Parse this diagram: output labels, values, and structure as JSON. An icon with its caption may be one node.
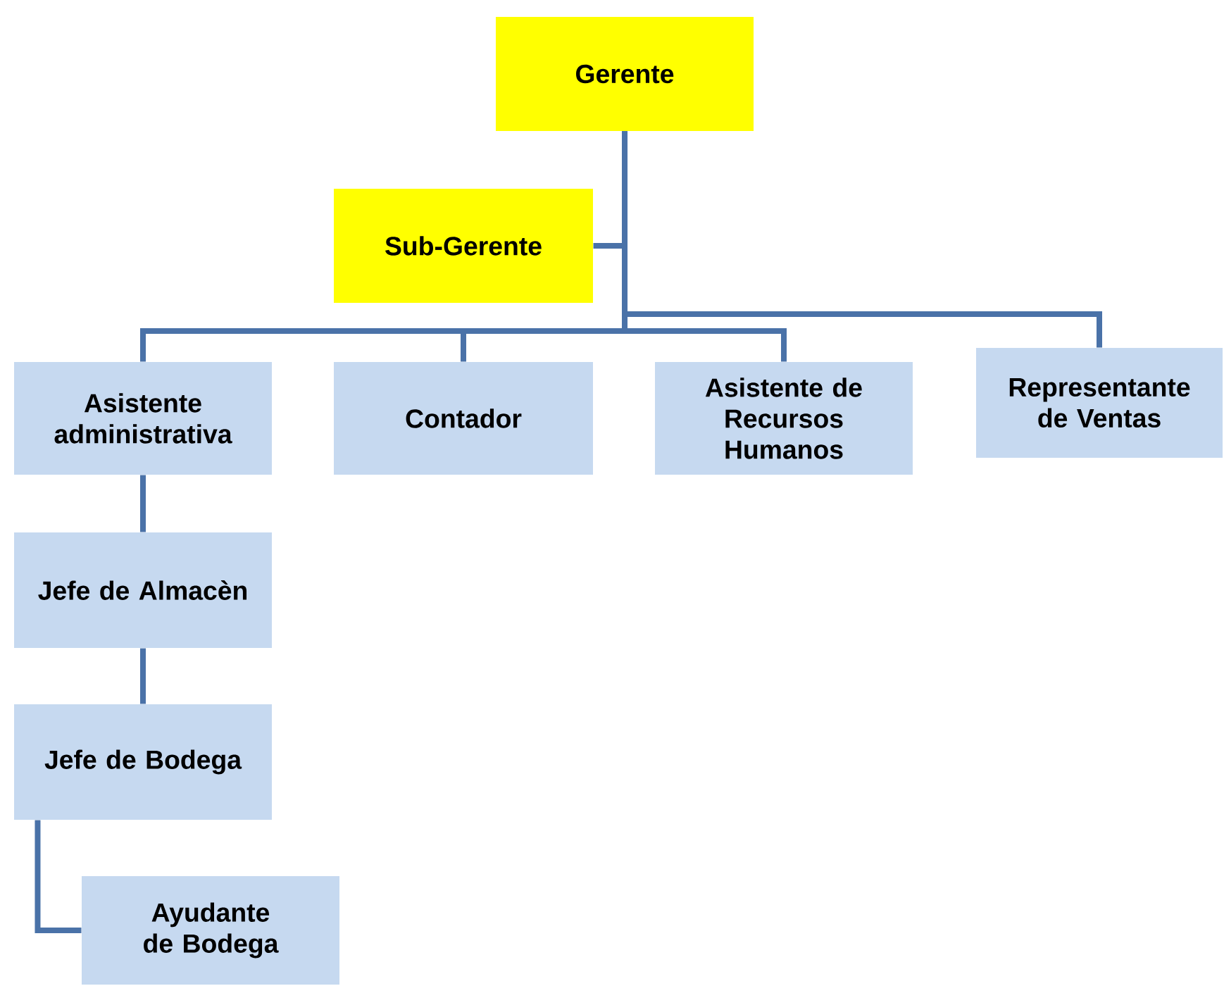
{
  "diagram": {
    "nodes": [
      {
        "text": [
          "Gerente"
        ]
      },
      {
        "text": [
          "Sub-Gerente"
        ]
      },
      {
        "text": [
          "Asistente administrativa"
        ]
      },
      {
        "text": [
          "Contador"
        ]
      },
      {
        "text": [
          "Asistente de Recursos Humanos"
        ]
      },
      {
        "text": [
          "Representante de Ventas"
        ]
      },
      {
        "text": [
          "Jefe de Almacèn"
        ]
      },
      {
        "text": [
          "Jefe de Bodega"
        ]
      },
      {
        "text": [
          "Ayudante de Bodega"
        ]
      }
    ],
    "edges": [
      {
        "from": 0,
        "to": 1,
        "arrow": "none"
      },
      {
        "from": 0,
        "to": 2,
        "arrow": "none"
      },
      {
        "from": 0,
        "to": 3,
        "arrow": "none"
      },
      {
        "from": 0,
        "to": 4,
        "arrow": "none"
      },
      {
        "from": 0,
        "to": 5,
        "arrow": "none"
      },
      {
        "from": 2,
        "to": 6,
        "arrow": "none"
      },
      {
        "from": 6,
        "to": 7,
        "arrow": "none"
      },
      {
        "from": 7,
        "to": 8,
        "arrow": "none"
      }
    ]
  }
}
